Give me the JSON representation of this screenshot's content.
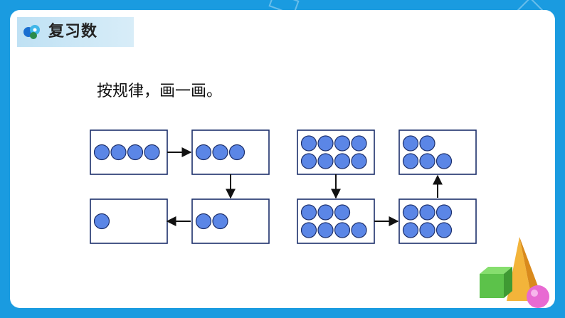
{
  "header": {
    "title": "复习数"
  },
  "instruction": "按规律，画一画。",
  "colors": {
    "dot_fill": "#5b86e6",
    "dot_stroke": "#1c2f6b",
    "box_stroke": "#1c2f6b",
    "frame_bg": "#1a9be0"
  },
  "icons": [
    "logo-icon",
    "arrow-right-icon",
    "arrow-down-icon",
    "arrow-left-icon",
    "arrow-up-icon"
  ],
  "diagram": {
    "left_sequence": {
      "boxes": [
        {
          "dots": 4,
          "position": "top-left"
        },
        {
          "dots": 3,
          "position": "top-right"
        },
        {
          "dots": 2,
          "position": "bottom-right"
        },
        {
          "dots": 1,
          "position": "bottom-left"
        }
      ],
      "flow": [
        "right",
        "down",
        "left"
      ]
    },
    "right_sequence": {
      "boxes": [
        {
          "dots": 8,
          "position": "top-left"
        },
        {
          "dots": 7,
          "position": "bottom-left"
        },
        {
          "dots": 6,
          "position": "bottom-right"
        },
        {
          "dots": 5,
          "position": "top-right"
        }
      ],
      "flow": [
        "down",
        "right",
        "up"
      ]
    }
  }
}
